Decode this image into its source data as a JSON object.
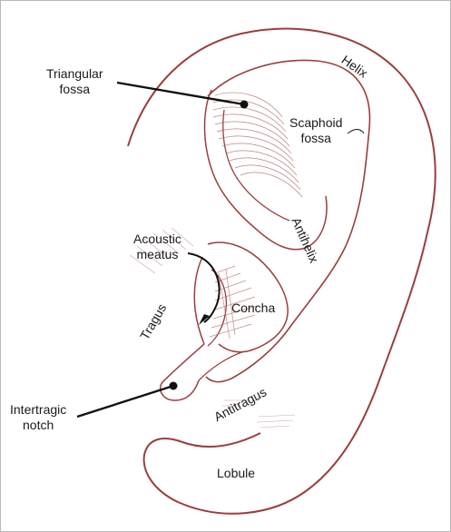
{
  "colors": {
    "outline": "#9a3e3e",
    "hatch": "#a85a58",
    "leader": "#111111",
    "text": "#1a1a1a"
  },
  "labels": {
    "triangular_fossa": [
      "Triangular",
      "fossa"
    ],
    "helix": "Helix",
    "scaphoid_fossa": [
      "Scaphoid",
      "fossa"
    ],
    "antihelix": "Antihelix",
    "acoustic_meatus": [
      "Acoustic",
      "meatus"
    ],
    "concha": "Concha",
    "tragus": "Tragus",
    "intertragic_notch": [
      "Intertragic",
      "notch"
    ],
    "antitragus": "Antitragus",
    "lobule": "Lobule"
  }
}
